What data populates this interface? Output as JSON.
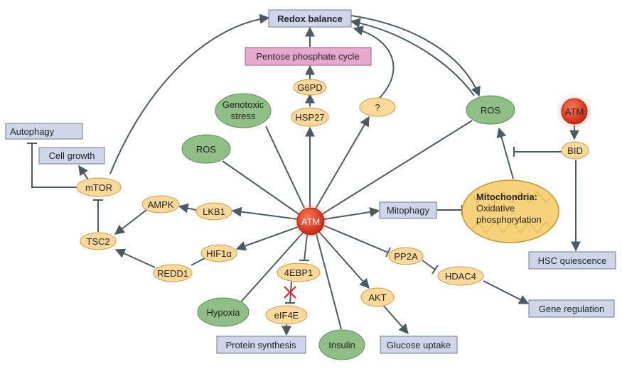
{
  "colors": {
    "box_fill": "#cfd6ea",
    "box_stroke": "#6e7a8a",
    "pink_fill": "#e6a8cc",
    "pink_stroke": "#a25e86",
    "oval_fill": "#fbd99a",
    "oval_stroke": "#cc9a4a",
    "green_fill": "#8fbf86",
    "green_stroke": "#5d8d56",
    "atm_red": "#e03c22",
    "mito_fill": "#f6d27a",
    "edge": "#4a5a63",
    "inhibit_mark": "#d8262a"
  },
  "nodes": {
    "redox": "Redox balance",
    "ppc": "Pentose phosphate cycle",
    "g6pd": "G6PD",
    "hsp27": "HSP27",
    "unknown": "?",
    "genotoxic1": "Genotoxic",
    "genotoxic2": "stress",
    "ros_left": "ROS",
    "ros_right": "ROS",
    "atm_center": "ATM",
    "atm_right": "ATM",
    "bid": "BID",
    "autophagy": "Autophagy",
    "cell_growth": "Cell growth",
    "mtor": "mTOR",
    "ampk": "AMPK",
    "lkb1": "LKB1",
    "tsc2": "TSC2",
    "hif1a": "HIF1α",
    "redd1": "REDD1",
    "mitophagy": "Mitophagy",
    "mito1": "Mitochondria:",
    "mito2": "Oxidative",
    "mito3": "phosphorylation",
    "pp2a": "PP2A",
    "hdac4": "HDAC4",
    "hsc": "HSC quiescence",
    "gene_reg": "Gene regulation",
    "ebp1": "4EBP1",
    "eif4e": "eIF4E",
    "akt": "AKT",
    "hypoxia": "Hypoxia",
    "insulin": "Insulin",
    "protein_syn": "Protein synthesis",
    "glucose": "Glucose uptake"
  }
}
